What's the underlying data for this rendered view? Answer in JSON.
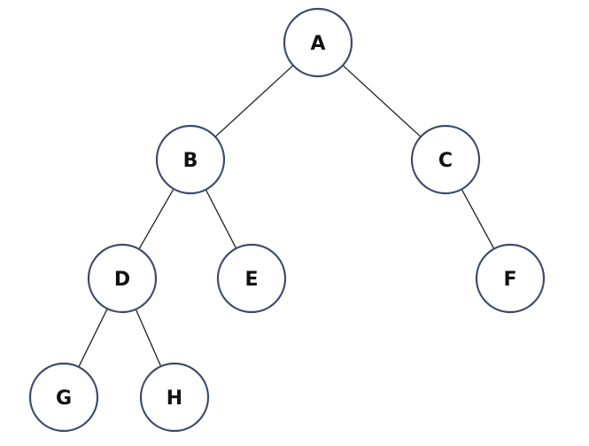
{
  "diagram": {
    "type": "binary-tree",
    "nodes": [
      {
        "id": "A",
        "label": "A"
      },
      {
        "id": "B",
        "label": "B"
      },
      {
        "id": "C",
        "label": "C"
      },
      {
        "id": "D",
        "label": "D"
      },
      {
        "id": "E",
        "label": "E"
      },
      {
        "id": "F",
        "label": "F"
      },
      {
        "id": "G",
        "label": "G"
      },
      {
        "id": "H",
        "label": "H"
      }
    ],
    "edges": [
      {
        "from": "A",
        "to": "B"
      },
      {
        "from": "A",
        "to": "C"
      },
      {
        "from": "B",
        "to": "D"
      },
      {
        "from": "B",
        "to": "E"
      },
      {
        "from": "C",
        "to": "F"
      },
      {
        "from": "D",
        "to": "G"
      },
      {
        "from": "D",
        "to": "H"
      }
    ],
    "colors": {
      "node_stroke": "#3e4a6b",
      "node_fill": "#ffffff",
      "edge": "#1f1f1f",
      "label": "#111111"
    }
  }
}
